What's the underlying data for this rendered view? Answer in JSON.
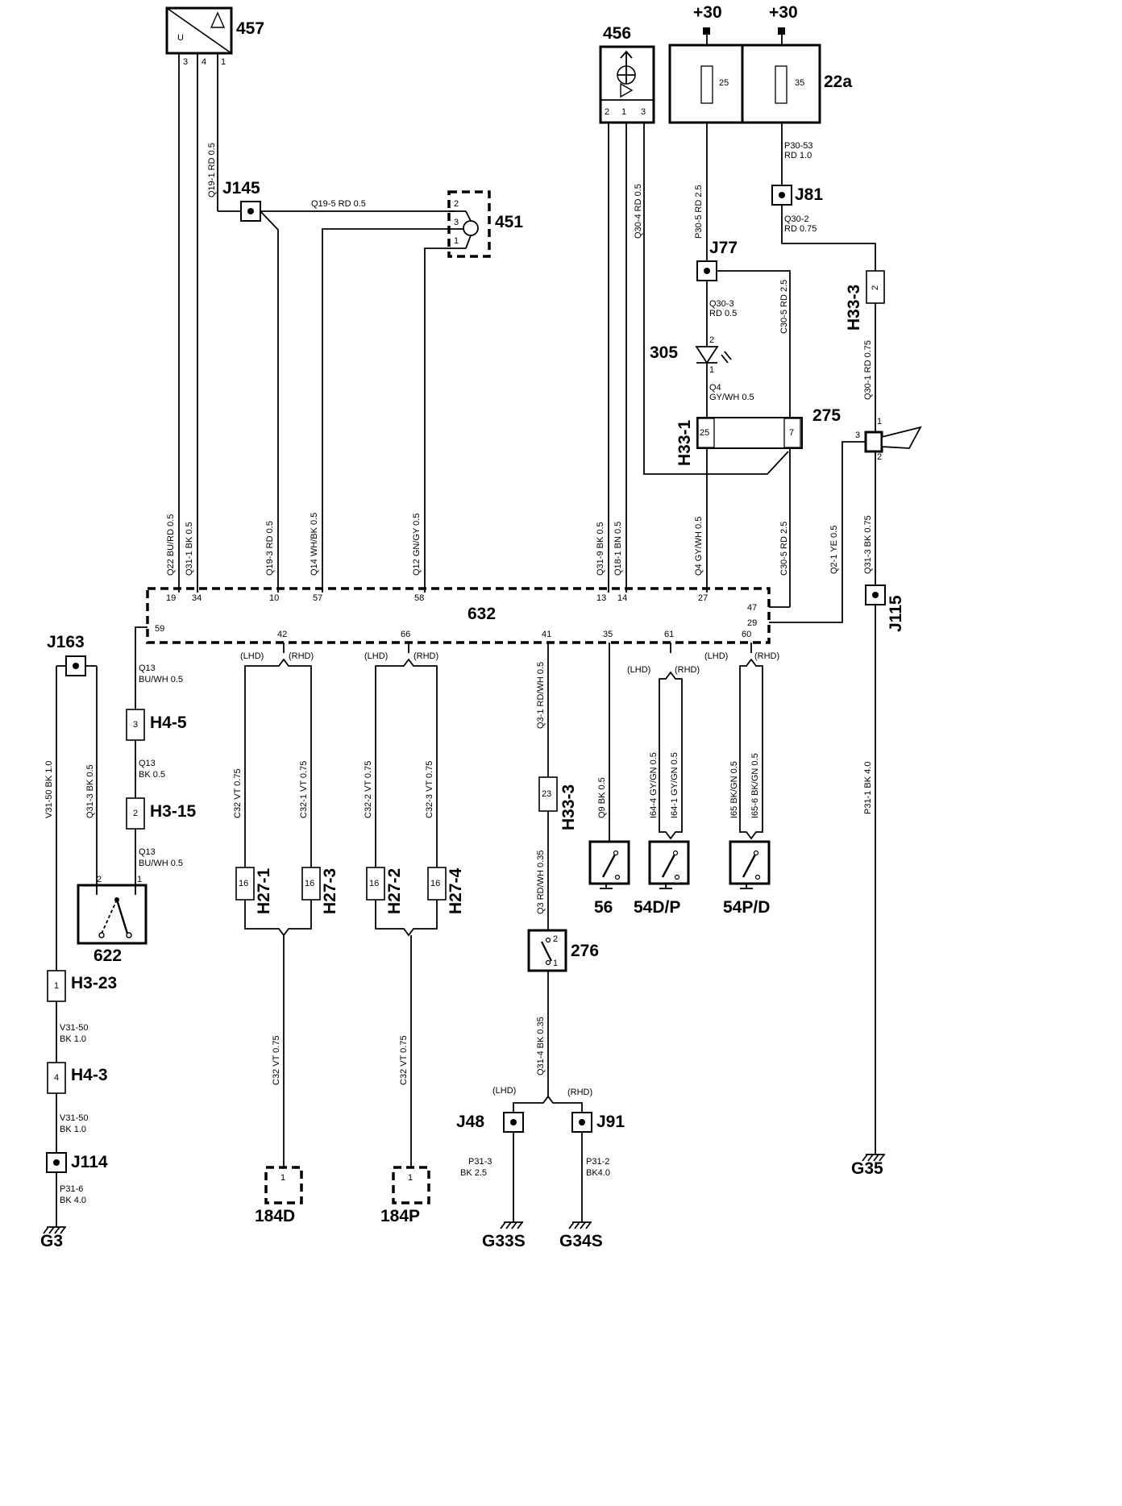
{
  "supply": [
    "+30",
    "+30"
  ],
  "components": {
    "c457": "457",
    "c456": "456",
    "c22a": "22a",
    "c451": "451",
    "c305": "305",
    "c275": "275",
    "c632": "632",
    "c622": "622",
    "c276": "276",
    "c56": "56",
    "c54dp": "54D/P",
    "c54pd": "54P/D",
    "c184d": "184D",
    "c184p": "184P"
  },
  "splices": {
    "j145": "J145",
    "j81": "J81",
    "j77": "J77",
    "j163": "J163",
    "j115": "J115",
    "j114": "J114",
    "j48": "J48",
    "j91": "J91"
  },
  "connectors": {
    "h33_3a": "H33-3",
    "h33_1": "H33-1",
    "h4_5": "H4-5",
    "h3_15": "H3-15",
    "h3_23": "H3-23",
    "h4_3": "H4-3",
    "h27_1": "H27-1",
    "h27_3": "H27-3",
    "h27_2": "H27-2",
    "h27_4": "H27-4",
    "h33_3b": "H33-3"
  },
  "grounds": {
    "g3": "G3",
    "g35": "G35",
    "g33s": "G33S",
    "g34s": "G34S"
  },
  "symbols": {
    "c457_u": "U"
  },
  "fuses": {
    "f25": "25",
    "f35": "35"
  },
  "pins": {
    "p457_3": "3",
    "p457_4": "4",
    "p457_1": "1",
    "p456_2": "2",
    "p456_1": "1",
    "p456_3": "3",
    "p451_2": "2",
    "p451_3": "3",
    "p451_1": "1",
    "p305_2": "2",
    "p305_1": "1",
    "p275_1": "1",
    "p275_3": "3",
    "p275_2": "2",
    "p622_2": "2",
    "p622_1": "1",
    "p276_2": "2",
    "p276_1": "1",
    "h33_3a_pin": "2",
    "h33_1_pin25": "25",
    "h33_1_pin7": "7",
    "h4_5_pin": "3",
    "h3_15_pin": "2",
    "h3_23_pin": "1",
    "h4_3_pin": "4",
    "h27_pin": "16",
    "h33_3b_pin": "23",
    "c184_pin": "1",
    "b632_19": "19",
    "b632_34": "34",
    "b632_10": "10",
    "b632_57": "57",
    "b632_58": "58",
    "b632_13": "13",
    "b632_14": "14",
    "b632_27": "27",
    "b632_47": "47",
    "b632_59": "59",
    "b632_29": "29",
    "b632_42": "42",
    "b632_66": "66",
    "b632_41": "41",
    "b632_35": "35",
    "b632_61": "61",
    "b632_60": "60"
  },
  "drive": {
    "lhd": "(LHD)",
    "rhd": "(RHD)"
  },
  "wires": {
    "q19_1": "Q19-1  RD 0.5",
    "q19_5": "Q19-5   RD 0.5",
    "q22": "Q22  BU/RD 0.5",
    "q31_1": "Q31-1   BK 0.5",
    "q19_3": "Q19-3    RD 0.5",
    "q14": "Q14   WH/BK 0.5",
    "q12": "Q12   GN/GY 0.5",
    "q31_9": "Q31-9   BK 0.5",
    "q18_1": "Q18-1   BN 0.5",
    "q30_4": "Q30-4    RD 0.5",
    "p30_5": "P30-5    RD 2.5",
    "p30_53_a": "P30-53",
    "p30_53_b": "RD 1.0",
    "q30_2_a": "Q30-2",
    "q30_2_b": "RD 0.75",
    "q30_3_a": "Q30-3",
    "q30_3_b": "RD  0.5",
    "c30_5_up": "C30-5       RD 2.5",
    "q4_a": "Q4",
    "q4_b": "GY/WH 0.5",
    "q4_low": "Q4   GY/WH 0.5",
    "c30_5_low": "C30-5    RD 2.5",
    "q30_1": "Q30-1      RD 0.75",
    "q2_1": "Q2-1     YE  0.5",
    "q31_3r": "Q31-3     BK 0.75",
    "p31_1": "P31-1          BK  4.0",
    "q13a_1": "Q13",
    "q13a_2": "BU/WH 0.5",
    "q13b_1": "Q13",
    "q13b_2": "BK  0.5",
    "q13c_1": "Q13",
    "q13c_2": "BU/WH 0.5",
    "v31_50v": "V31-50     BK 1.0",
    "q31_3l": "Q31-3   BK 0.5",
    "v31_50a_1": "V31-50",
    "v31_50a_2": "BK  1.0",
    "v31_50b_1": "V31-50",
    "v31_50b_2": "BK  1.0",
    "p31_6_1": "P31-6",
    "p31_6_2": "BK  4.0",
    "c32_1": "C32    VT  0.75",
    "c32_1b": "C32-1      VT  0.75",
    "c32_2": "C32-2     VT  0.75",
    "c32_3": "C32-3     VT  0.75",
    "c32_d": "C32    VT  0.75",
    "c32_p": "C32    VT  0.75",
    "q3_1": "Q3-1      RD/WH 0.5",
    "q3": "Q3   RD/WH 0.35",
    "q31_4": "Q31-4     BK  0.35",
    "q9": "Q9  BK 0.5",
    "i64_4": "I64-4       GY/GN 0.5",
    "i64_1": "I64-1       GY/GN 0.5",
    "i65": "I65      BK/GN 0.5",
    "i65_6": "I65-6     BK/GN 0.5",
    "p31_3_1": "P31-3",
    "p31_3_2": "BK  2.5",
    "p31_2_1": "P31-2",
    "p31_2_2": "BK4.0"
  }
}
